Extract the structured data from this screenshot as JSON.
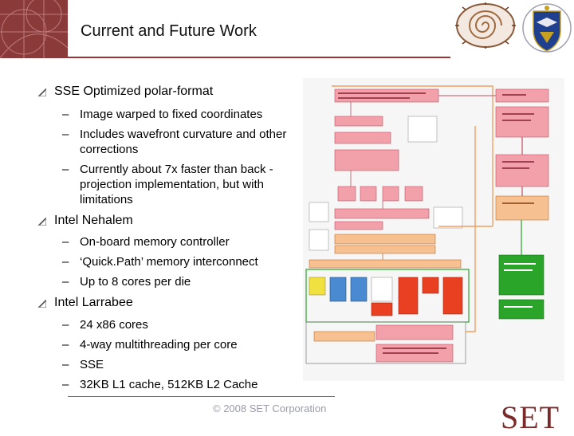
{
  "slide": {
    "title": "Current and Future Work",
    "footer": "© 2008 SET Corporation",
    "logo_text": "SET"
  },
  "bullets": [
    {
      "text": "SSE Optimized polar-format",
      "subs": [
        "Image warped to fixed coordinates",
        "Includes wavefront curvature and other corrections",
        "Currently about 7x faster than back -projection implementation, but with limitations"
      ]
    },
    {
      "text": "Intel Nehalem",
      "subs": [
        "On-board memory controller",
        "‘Quick.Path’ memory interconnect",
        "Up to 8 cores per die"
      ]
    },
    {
      "text": "Intel Larrabee",
      "subs": [
        "24 x86 cores",
        "4-way multithreading per core",
        "SSE",
        "32KB L1 cache, 512KB L2 Cache"
      ]
    }
  ],
  "colors": {
    "accent": "#8b3a3a",
    "diagram_pink": "#e87a88",
    "diagram_orange": "#f0a060",
    "diagram_green": "#2aa52a",
    "diagram_blue": "#4a8ad0"
  }
}
